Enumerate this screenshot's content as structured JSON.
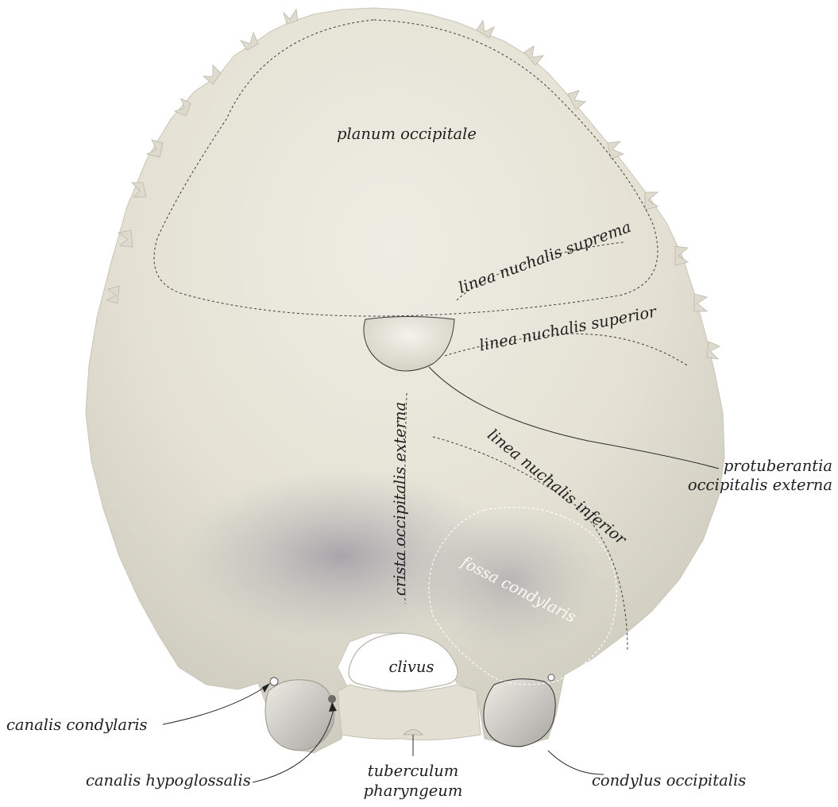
{
  "labels": {
    "planum_occipitale": "planum occipitale",
    "linea_nuchalis_suprema": "linea nuchalis suprema",
    "linea_nuchalis_superior": "linea nuchalis superior",
    "protuberantia_line1": "protuberantia",
    "protuberantia_line2": "occipitalis externa",
    "crista_occipitalis_externa": "crista occipitalis externa",
    "linea_nuchalis_inferior": "linea nuchalis inferior",
    "fossa_condylaris": "fossa condylaris",
    "clivus": "clivus",
    "canalis_condylaris": "canalis condylaris",
    "canalis_hypoglossalis": "canalis hypoglossalis",
    "tuberculum_line1": "tuberculum",
    "tuberculum_line2": "pharyngeum",
    "condylus_occipitalis": "condylus occipitalis"
  },
  "colors": {
    "bone": "#e6e3d6",
    "bone_shadow": "#c9c6bb",
    "fossa_shade": "#a7a3aa",
    "label_text": "#1f1f1f",
    "label_on_bone_light": "#fbfbf6"
  }
}
